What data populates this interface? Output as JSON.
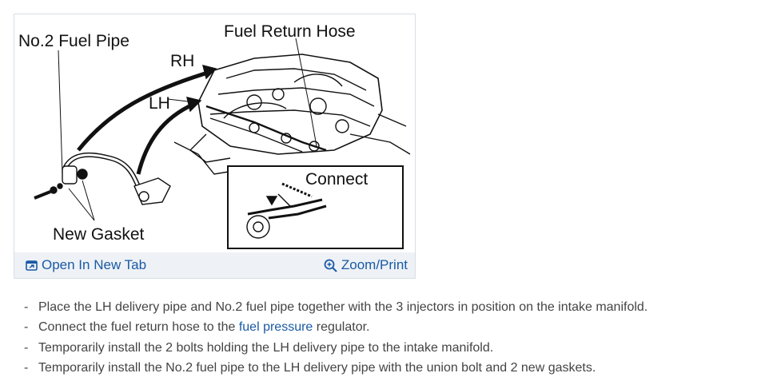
{
  "diagram": {
    "labels": {
      "fuel_pipe": "No.2 Fuel Pipe",
      "return_hose": "Fuel Return Hose",
      "rh": "RH",
      "lh": "LH",
      "connect": "Connect",
      "gasket": "New Gasket"
    }
  },
  "card": {
    "open_tab_label": "Open In New Tab",
    "zoom_label": "Zoom/Print",
    "accent_color": "#1a5aa6"
  },
  "steps": {
    "step1": "Place the LH delivery pipe and No.2 fuel pipe together with the 3 injectors in position on the intake manifold.",
    "step2_before": "Connect the fuel return hose to the ",
    "step2_link": "fuel pressure",
    "step2_after": " regulator.",
    "step3": "Temporarily install the 2 bolts holding the LH delivery pipe to the intake manifold.",
    "step4": "Temporarily install the No.2 fuel pipe to the LH delivery pipe with the union bolt and 2 new gaskets.",
    "bullet": "-"
  }
}
